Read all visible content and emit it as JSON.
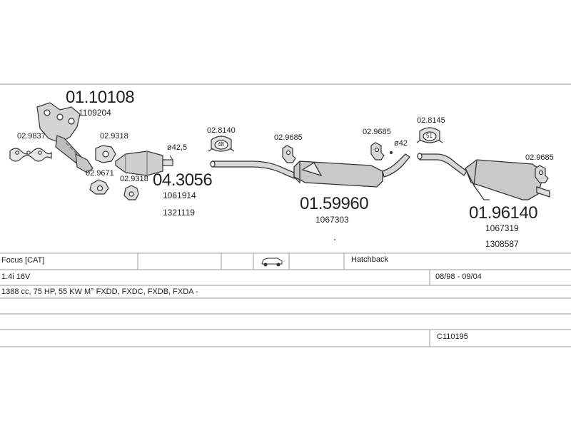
{
  "parts": {
    "manifold_number": "01.10108",
    "manifold_ref": "1109204",
    "gasket_left": "02.9837",
    "clamp_a": "02.9318",
    "clamp_b": "02.9671",
    "clamp_c": "02.9318",
    "cat_number": "04.3056",
    "cat_ref_1": "1061914",
    "cat_ref_2": "1321119",
    "diameter_1": "ø42,5",
    "hanger_1": "02.8140",
    "ring_1_label": "48",
    "hanger_2": "02.9685",
    "middle_number": "01.59960",
    "middle_ref": "1067303",
    "hanger_3": "02.9685",
    "diameter_2": "ø42",
    "hanger_4": "02.8145",
    "ring_2_label": "51",
    "hanger_5": "02.9685",
    "rear_number": "01.96140",
    "rear_ref_1": "1067319",
    "rear_ref_2": "1308587"
  },
  "table": {
    "model": "Focus  [CAT]",
    "body_type": "Hatchback",
    "engine": "1.4i 16V",
    "years": "08/98 - 09/04",
    "spec": "1388 cc, 75 HP, 55 KW M° FXDD, FXDC, FXDB, FXDA -",
    "code": "C110195"
  },
  "icons": {
    "car": "hatchback-car-icon"
  }
}
